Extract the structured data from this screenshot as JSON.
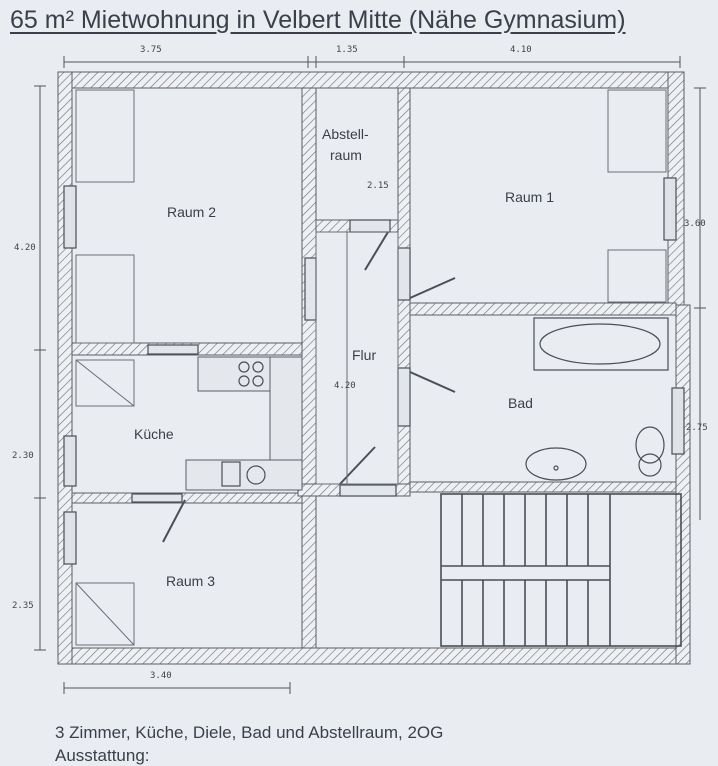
{
  "title": "65 m² Mietwohnung in Velbert Mitte (Nähe Gymnasium)",
  "caption": "3 Zimmer, Küche, Diele, Bad und Abstellraum,  2OG",
  "caption_cut": "Ausstattung:",
  "rooms": {
    "abstell_line1": "Abstell-",
    "abstell_line2": "raum",
    "raum1": "Raum 1",
    "raum2": "Raum 2",
    "raum3": "Raum 3",
    "flur": "Flur",
    "bad": "Bad",
    "kueche": "Küche"
  },
  "dimensions": {
    "top_left": "3.75",
    "top_mid": "1.35",
    "top_right": "4.10",
    "bottom": "3.40",
    "left_upper": "4.20",
    "left_mid": "2.30",
    "left_lower": "2.35",
    "right_upper": "3.60",
    "right_lower": "2.75",
    "abstell_depth": "2.15",
    "flur_length": "4.20"
  },
  "colors": {
    "background": "#e9ecf1",
    "wall_line": "#5a5e66",
    "text": "#3a3f4a"
  }
}
